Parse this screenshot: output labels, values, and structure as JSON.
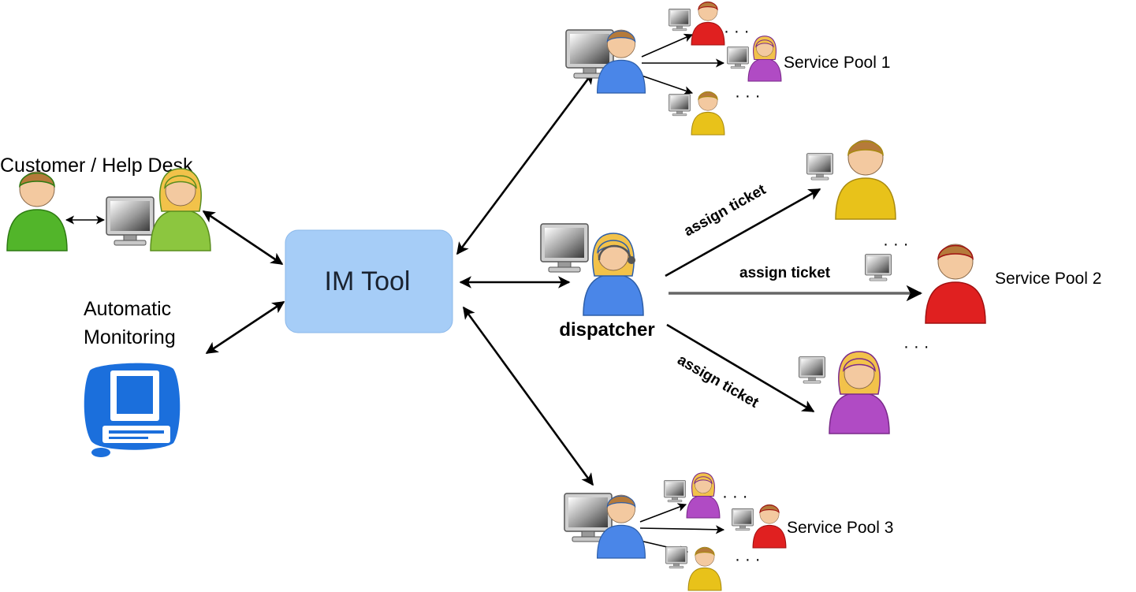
{
  "labels": {
    "customer_help_desk": "Customer / Help Desk",
    "automatic": "Automatic",
    "monitoring": "Monitoring",
    "im_tool": "IM Tool",
    "dispatcher": "dispatcher",
    "service_pool_1": "Service Pool 1",
    "service_pool_2": "Service Pool 2",
    "service_pool_3": "Service Pool 3",
    "assign_ticket": "assign ticket"
  },
  "icons": {
    "person": "person-icon",
    "monitor": "monitor-icon",
    "computer": "computer-icon",
    "ellipsis": "ellipsis-icon"
  },
  "colors": {
    "im_tool_box": "#a6cdf7",
    "person_green": "#52b52a",
    "person_lime": "#8cc63f",
    "person_blue": "#4a86e8",
    "person_red": "#e02020",
    "person_purple": "#b04bc4",
    "person_yellow": "#e8c21a",
    "computer_blue": "#1b6fdc",
    "skin": "#f3c9a0",
    "hair_brown": "#b57a3a",
    "hair_blonde": "#f2c24a"
  }
}
